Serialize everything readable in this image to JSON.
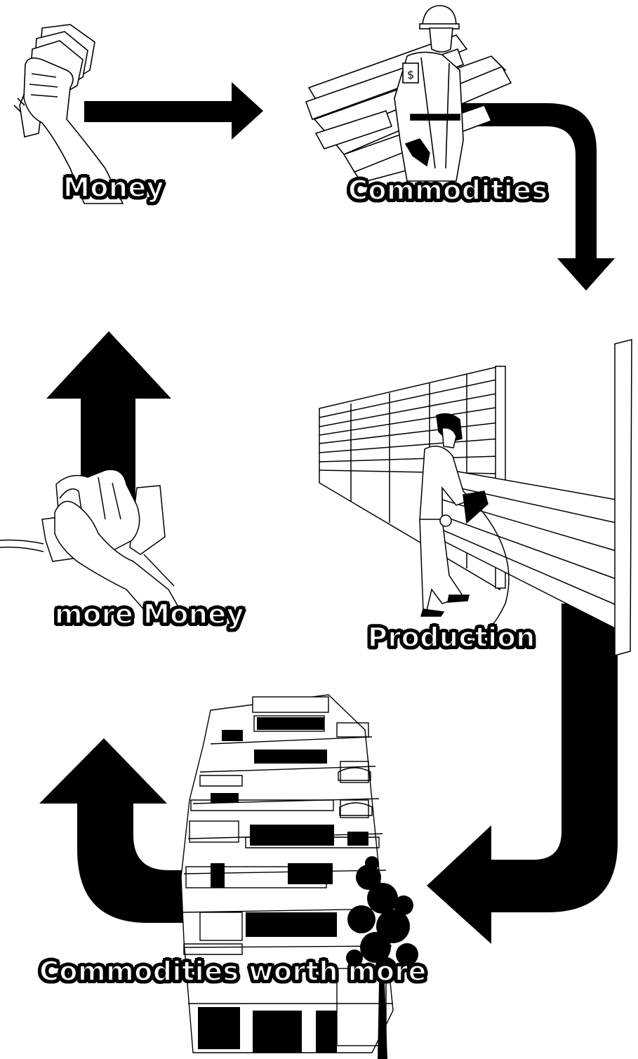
{
  "diagram": {
    "labels": {
      "money": "Money",
      "commodities": "Commodities",
      "production": "Production",
      "commodities_worth_more": "Commodities worth more",
      "more_money": "more Money"
    },
    "colors": {
      "ink": "#000000",
      "paper": "#ffffff",
      "label_fill": "#ffffff"
    }
  }
}
